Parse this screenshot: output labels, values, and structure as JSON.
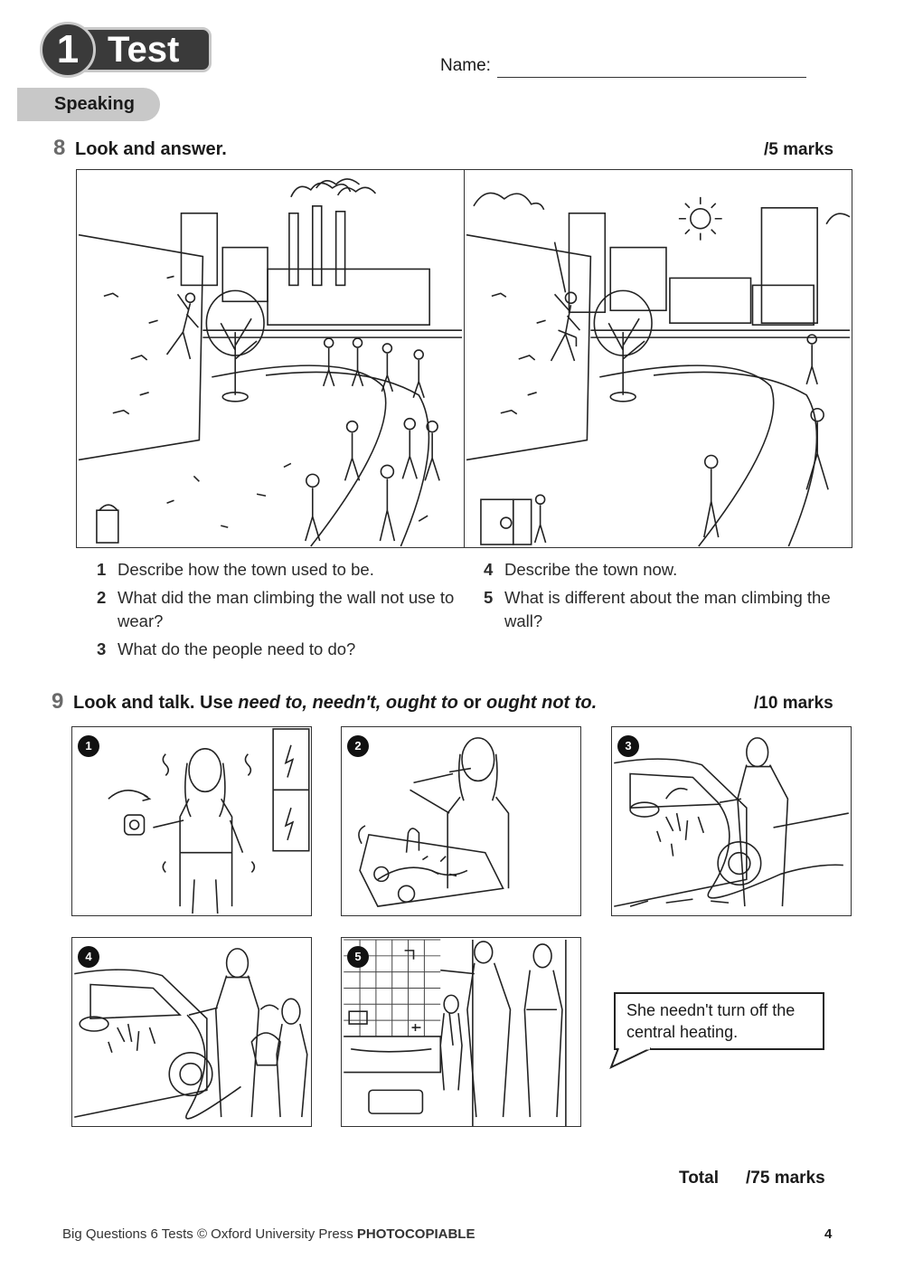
{
  "header": {
    "badge_number": "1",
    "badge_label": "Test",
    "name_label": "Name:",
    "section": "Speaking"
  },
  "q8": {
    "number": "8",
    "title": "Look and answer.",
    "marks": "/5 marks",
    "items_left": [
      {
        "n": "1",
        "text": "Describe how the town used to be."
      },
      {
        "n": "2",
        "text": "What did the man climbing the wall not use to wear?"
      },
      {
        "n": "3",
        "text": "What do the people need to do?"
      }
    ],
    "items_right": [
      {
        "n": "4",
        "text": "Describe the town now."
      },
      {
        "n": "5",
        "text": "What is different about the man climbing the wall?"
      }
    ]
  },
  "q9": {
    "number": "9",
    "title_start": "Look and talk. Use ",
    "phrase1": "need to, needn't, ought to",
    "word_or": " or ",
    "phrase2": "ought not to.",
    "marks": "/10 marks",
    "pictures": [
      "1",
      "2",
      "3",
      "4",
      "5"
    ],
    "example": "She needn't turn off the central heating."
  },
  "total": {
    "label": "Total",
    "marks": "/75 marks"
  },
  "footer": {
    "text": "Big Questions 6 Tests © Oxford University Press ",
    "bold": "PHOTOCOPIABLE",
    "page": "4"
  }
}
